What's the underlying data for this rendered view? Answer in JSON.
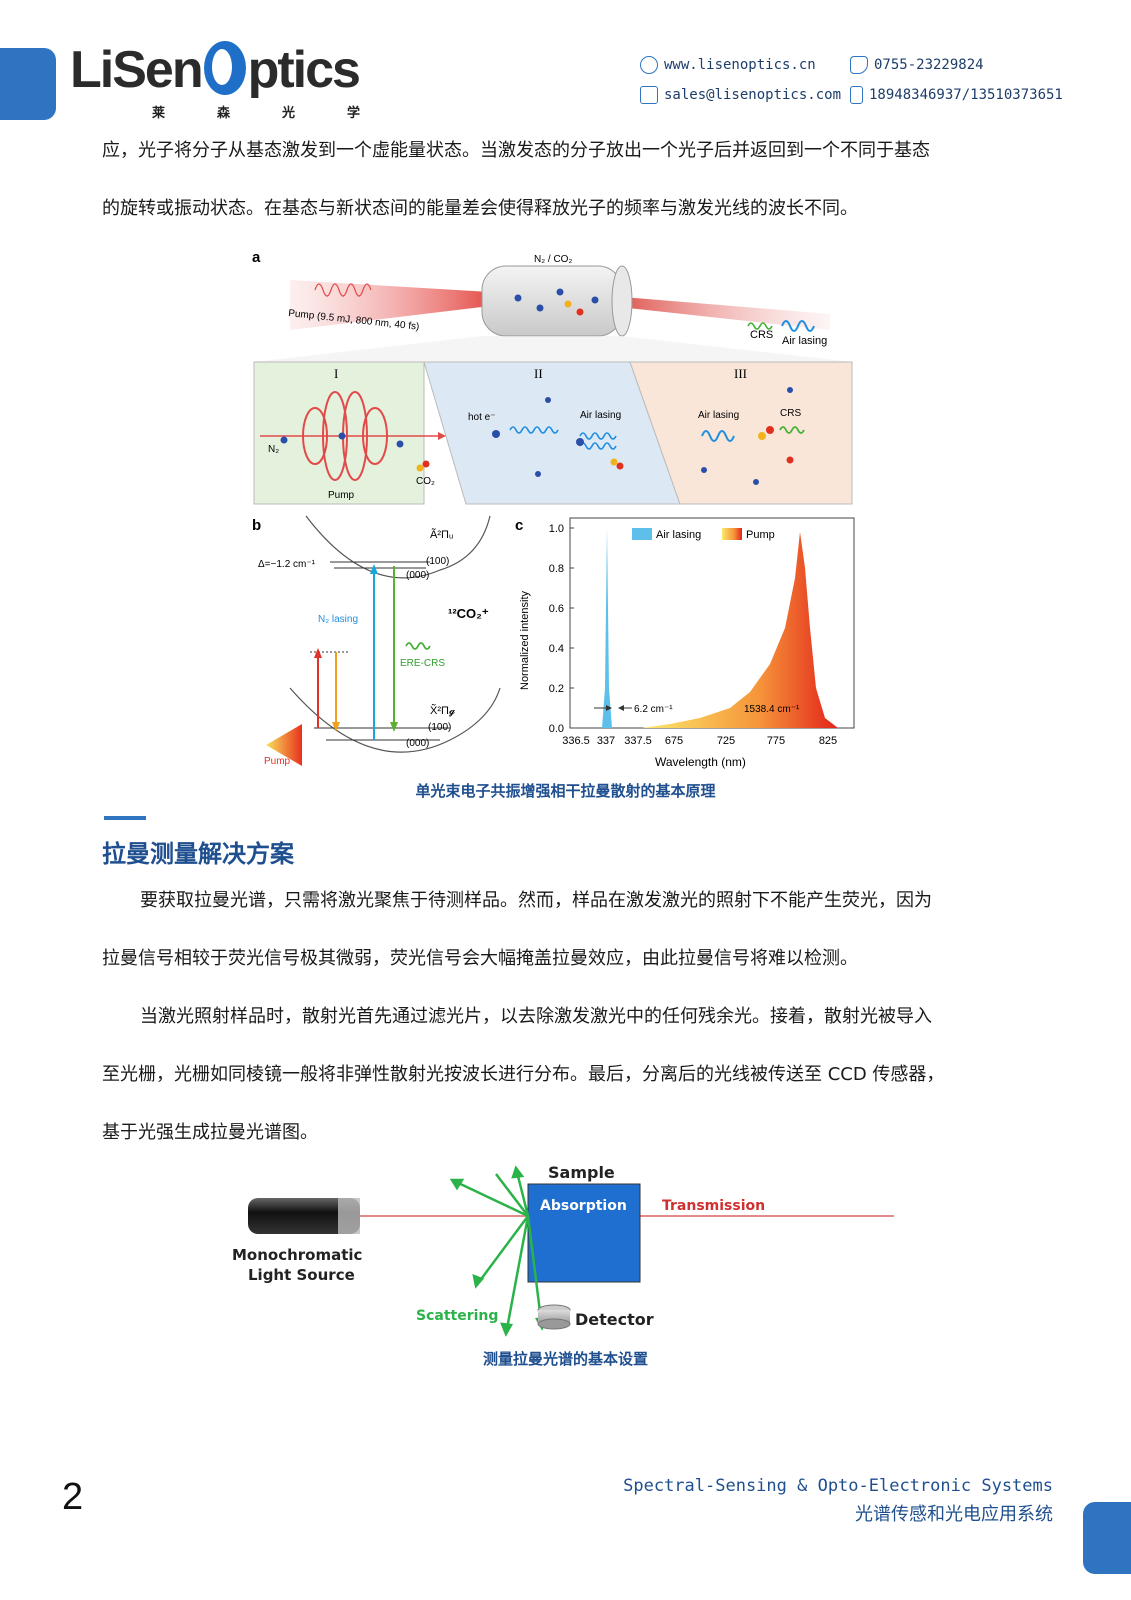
{
  "header": {
    "logo_text_1": "LiSen",
    "logo_text_2": "ptics",
    "logo_sub": "莱森光学",
    "website": "www.lisenoptics.cn",
    "phone": "0755-23229824",
    "email": "sales@lisenoptics.com",
    "mobile": "18948346937/13510373651"
  },
  "intro": {
    "line1": "应，光子将分子从基态激发到一个虚能量状态。当激发态的分子放出一个光子后并返回到一个不同于基态",
    "line2": "的旋转或振动状态。在基态与新状态间的能量差会使得释放光子的频率与激发光线的波长不同。"
  },
  "figure1": {
    "panel_a": {
      "label": "a",
      "gas": "N₂ / CO₂",
      "pump": "Pump (9.5 mJ, 800 nm, 40 fs)",
      "crs": "CRS",
      "air_lasing": "Air lasing",
      "stages": [
        {
          "numeral": "I",
          "n2": "N₂",
          "co2": "CO₂",
          "pump": "Pump"
        },
        {
          "numeral": "II",
          "hot": "hot e⁻",
          "air_lasing": "Air lasing"
        },
        {
          "numeral": "III",
          "air_lasing": "Air lasing",
          "crs": "CRS"
        }
      ]
    },
    "panel_b": {
      "label": "b",
      "upper_state": "Ã²Πᵤ",
      "lower_state": "X̃²Π𝓰",
      "delta": "Δ=−1.2 cm⁻¹",
      "level_100_top": "(100)",
      "level_000_top": "(000)",
      "level_100_bottom": "(100)",
      "level_000_bottom": "(000)",
      "molecule": "¹²CO₂⁺",
      "n2_lasing": "N₂ lasing",
      "ere_crs": "ERE-CRS",
      "pump": "Pump"
    },
    "panel_c": {
      "label": "c",
      "ylabel": "Normalized intensity",
      "xlabel": "Wavelength (nm)",
      "legend_air": "Air lasing",
      "legend_pump": "Pump",
      "width_air": "6.2 cm⁻¹",
      "width_pump": "1538.4 cm⁻¹",
      "yticks": [
        "0.0",
        "0.2",
        "0.4",
        "0.6",
        "0.8",
        "1.0"
      ],
      "xticks": [
        "336.5",
        "337",
        "337.5",
        "675",
        "725",
        "775",
        "825"
      ]
    },
    "caption": "单光束电子共振增强相干拉曼散射的基本原理"
  },
  "section": {
    "title": "拉曼测量解决方案"
  },
  "body": {
    "p1_line1": "要获取拉曼光谱，只需将激光聚焦于待测样品。然而，样品在激发激光的照射下不能产生荧光，因为",
    "p1_line2": "拉曼信号相较于荧光信号极其微弱，荧光信号会大幅掩盖拉曼效应，由此拉曼信号将难以检测。",
    "p2_line1": "当激光照射样品时，散射光首先通过滤光片，以去除激发激光中的任何残余光。接着，散射光被导入",
    "p2_line2": "至光栅，光栅如同棱镜一般将非弹性散射光按波长进行分布。最后，分离后的光线被传送至 CCD 传感器，",
    "p2_line3": "基于光强生成拉曼光谱图。"
  },
  "figure2": {
    "sample": "Sample",
    "absorption": "Absorption",
    "transmission": "Transmission",
    "light_source_1": "Monochromatic",
    "light_source_2": "Light Source",
    "scattering": "Scattering",
    "detector": "Detector",
    "caption": "测量拉曼光谱的基本设置"
  },
  "footer": {
    "page_number": "2",
    "en": "Spectral-Sensing & Opto-Electronic Systems",
    "zh": "光谱传感和光电应用系统"
  }
}
